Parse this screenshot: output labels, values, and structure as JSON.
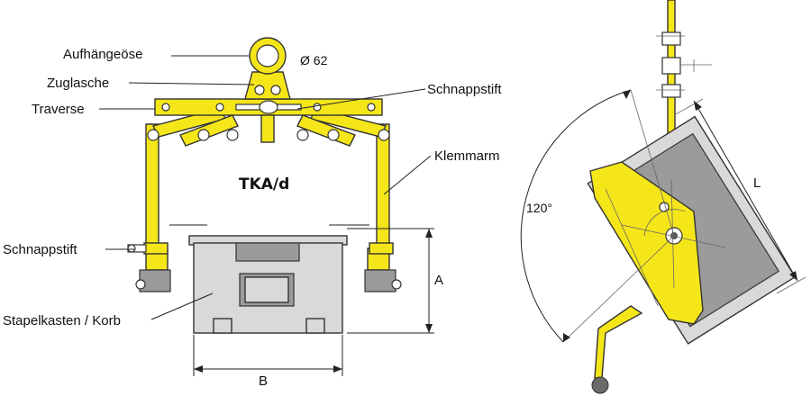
{
  "labels": {
    "eye": "Aufhängeöse",
    "eye_diameter": "Ø 62",
    "tab": "Zuglasche",
    "beam": "Traverse",
    "pin_top": "Schnappstift",
    "arm": "Klemmarm",
    "model": "TKA/d",
    "pin_left": "Schnappstift",
    "box": "Stapelkasten / Korb",
    "dim_a": "A",
    "dim_b": "B",
    "dim_l": "L",
    "angle": "120°"
  },
  "colors": {
    "frame": "#f5e61a",
    "box": "#d9d9d9",
    "outline": "#333333"
  }
}
